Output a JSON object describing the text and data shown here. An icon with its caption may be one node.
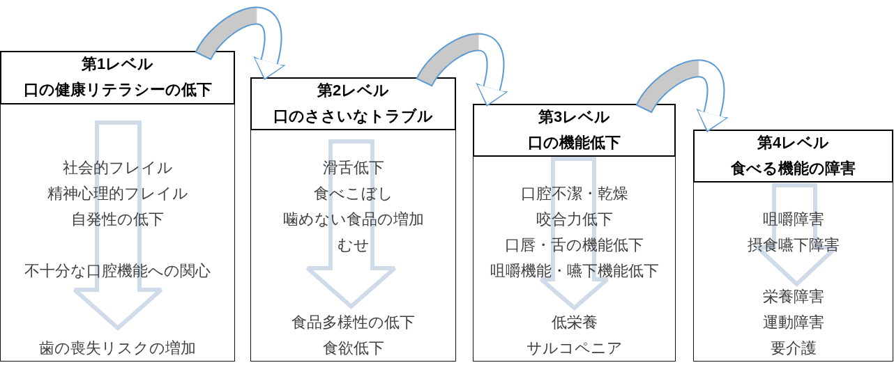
{
  "diagram": {
    "nodes": [
      {
        "text": [
          "第1レベル",
          "口の健康リテラシーの低下"
        ]
      },
      {
        "text": [
          "社会的フレイル",
          "精神心理的フレイル",
          "自発性の低下",
          "不十分な口腔機能への関心",
          "歯の喪失リスクの増加"
        ]
      },
      {
        "text": [
          "第2レベル",
          "口のささいなトラブル"
        ]
      },
      {
        "text": [
          "滑舌低下",
          "食べこぼし",
          "噛めない食品の増加",
          "むせ",
          "食品多様性の低下",
          "食欲低下"
        ]
      },
      {
        "text": [
          "第3レベル",
          "口の機能低下"
        ]
      },
      {
        "text": [
          "口腔不潔・乾燥",
          "咬合力低下",
          "口唇・舌の機能低下",
          "咀嚼機能・嚥下機能低下",
          "低栄養",
          "サルコペニア"
        ]
      },
      {
        "text": [
          "第4レベル",
          "食べる機能の障害"
        ]
      },
      {
        "text": [
          "咀嚼障害",
          "摂食嚥下障害",
          "栄養障害",
          "運動障害",
          "要介護"
        ]
      }
    ],
    "edges": [
      {
        "from": 0,
        "to": 2,
        "arrow": "to"
      },
      {
        "from": 2,
        "to": 4,
        "arrow": "to"
      },
      {
        "from": 4,
        "to": 6,
        "arrow": "to"
      }
    ]
  }
}
